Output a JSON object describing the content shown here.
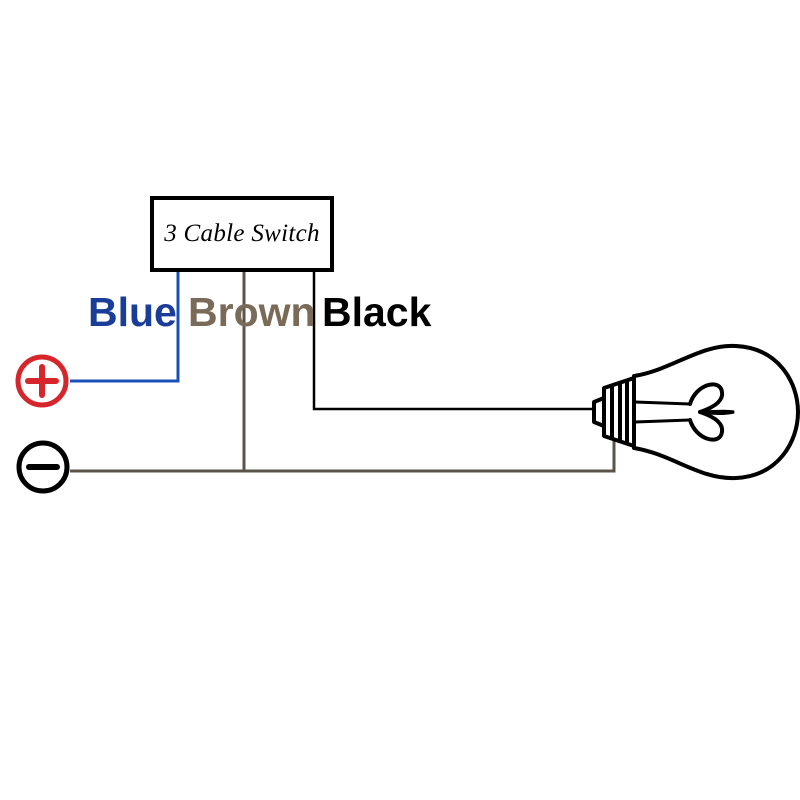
{
  "switch": {
    "label": "3 Cable Switch"
  },
  "wires": {
    "blue": {
      "label": "Blue",
      "color": "#1a3d9a"
    },
    "brown": {
      "label": "Brown",
      "color": "#7a6a58"
    },
    "black": {
      "label": "Black",
      "color": "#000000"
    }
  },
  "terminals": {
    "positive": {
      "icon": "plus-circle-icon",
      "color": "#d6262b"
    },
    "negative": {
      "icon": "minus-circle-icon",
      "color": "#000000"
    }
  },
  "bulb": {
    "icon": "light-bulb-icon"
  },
  "line_colors": {
    "neutral": "#5a5548",
    "blue": "#1a4fb8",
    "black": "#000000"
  }
}
